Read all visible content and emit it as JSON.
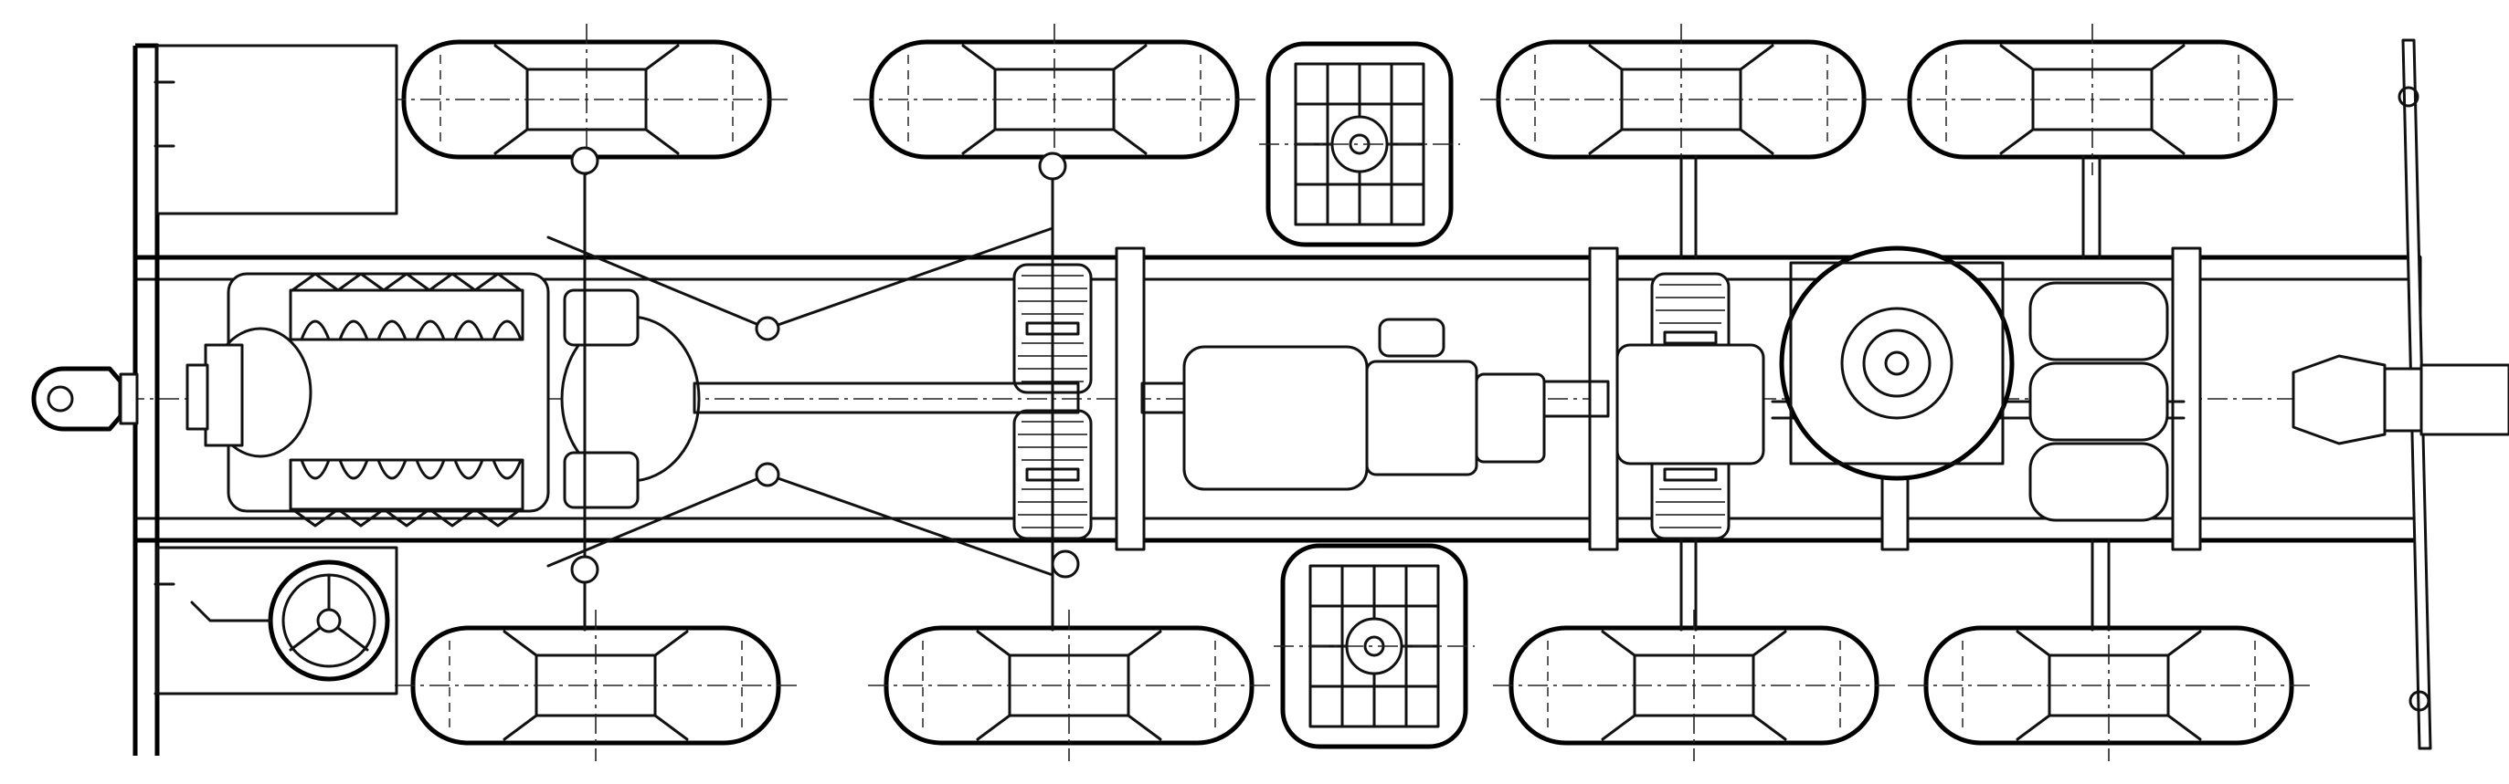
{
  "drawing": {
    "colors": {
      "ink": "#111111",
      "paper": "#ffffff"
    },
    "front_axles": 2,
    "rear_axles": 2,
    "wheels_per_side": 4,
    "spare_wheel_carriers": 2,
    "engine_cylinders_per_bank": 6,
    "steering": "left-hand"
  }
}
